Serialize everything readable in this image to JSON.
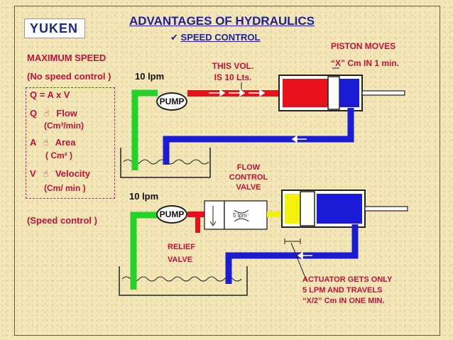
{
  "logo_text": "YUKEN",
  "title": "ADVANTAGES OF HYDRAULICS",
  "subtitle": "SPEED  CONTROL",
  "check_mark": "✔",
  "hand_glyph": "☝",
  "max_speed": "MAXIMUM SPEED",
  "no_speed_control": "(No speed control )",
  "top_flow": "10 lpm",
  "formula": "Q = A x V",
  "q_label": "Q",
  "q_name": "Flow",
  "q_unit": "(Cm³/min)",
  "a_label": "A",
  "a_name": "Area",
  "a_unit": "( Cm² )",
  "v_label": "V",
  "v_name": "Velocity",
  "v_unit": "(Cm/ min )",
  "bottom_flow": "10 lpm",
  "speed_control": "(Speed control )",
  "pump_label": "PUMP",
  "this_vol_line1": "THIS VOL.",
  "this_vol_line2": "IS 10 Lts.",
  "piston_line1": "PISTON MOVES",
  "piston_line2": "“X” Cm IN 1 min.",
  "fcv_line1": "FLOW",
  "fcv_line2": "CONTROL",
  "fcv_line3": "VALVE",
  "fcv_flow": "5 lpm",
  "relief_line1": "RELIEF",
  "relief_line2": "VALVE",
  "actuator_line1": "ACTUATOR GETS ONLY",
  "actuator_line2": "5 LPM AND TRAVELS",
  "actuator_line3": "“X/2” Cm IN ONE MIN.",
  "colors": {
    "title": "#1f1f9c",
    "label_red": "#c8103a",
    "pressure_line": "#e8101a",
    "return_line": "#1b1bd6",
    "suction_line": "#22d42a",
    "reduced_flow": "#f2f20a",
    "background": "#f3e7b8"
  }
}
